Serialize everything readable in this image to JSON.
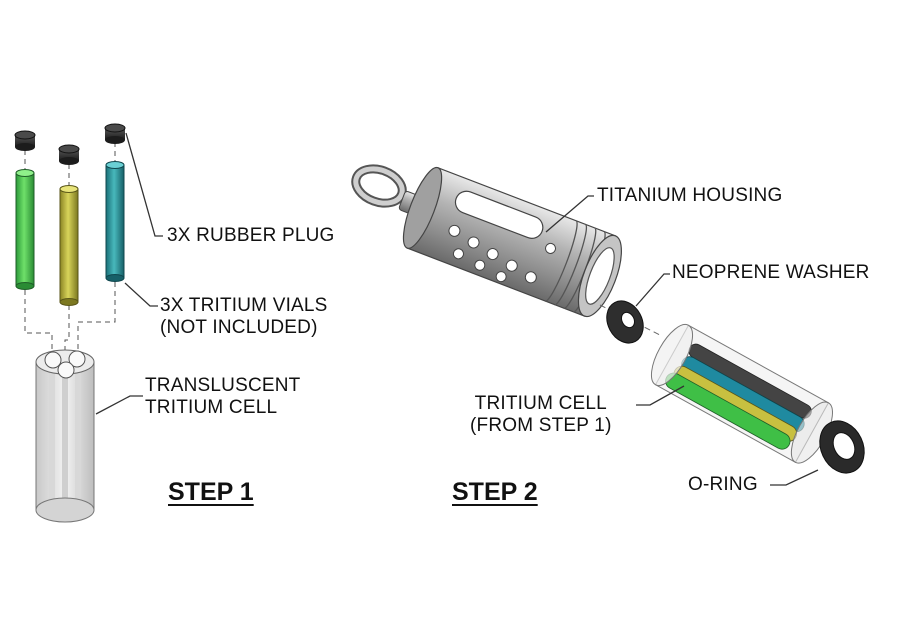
{
  "labels": {
    "rubber_plug": "3X RUBBER PLUG",
    "tritium_vials_1": "3X TRITIUM VIALS",
    "tritium_vials_2": "(NOT INCLUDED)",
    "translucent_cell_1": "TRANSLUSCENT",
    "translucent_cell_2": "TRITIUM CELL",
    "titanium_housing": "TITANIUM HOUSING",
    "neoprene_washer": "NEOPRENE WASHER",
    "tritium_cell_1": "TRITIUM CELL",
    "tritium_cell_2": "(FROM STEP 1)",
    "o_ring": "O-RING"
  },
  "steps": {
    "step1": "STEP 1",
    "step2": "STEP 2"
  },
  "colors": {
    "vial_green": "#4cc94a",
    "vial_olive": "#b8b43a",
    "vial_teal": "#2a9aa0",
    "metal": "#a8a8a8",
    "rubber": "#2a2a2a"
  }
}
